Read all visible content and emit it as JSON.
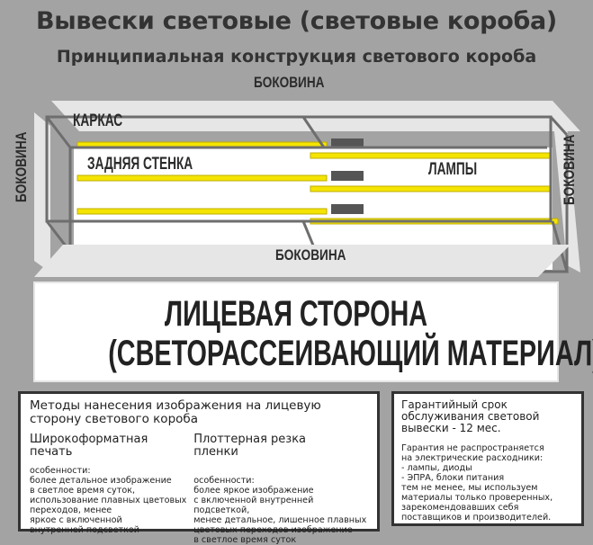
{
  "title": "Вывески световые (световые короба)",
  "subtitle": "Принципиальная конструкция светового короба",
  "diagram": {
    "label_top_side": "БОКОВИНА",
    "label_left_side": "БОКОВИНА",
    "label_right_side": "БОКОВИНА",
    "label_bottom_side": "БОКОВИНА",
    "label_frame": "КАРКАС",
    "label_back_wall": "ЗАДНЯЯ СТЕНКА",
    "label_lamps": "ЛАМПЫ",
    "colors": {
      "lamp": "#f5e400",
      "frame": "#6e6e6e",
      "panel": "#e6e6e6",
      "background": "#a3a3a3"
    }
  },
  "face": {
    "line1": "ЛИЦЕВАЯ СТОРОНА",
    "line2": "(СВЕТОРАССЕИВАЮЩИЙ МАТЕРИАЛ)"
  },
  "methods": {
    "heading": "Методы нанесения изображения на лицевую сторону светового короба",
    "print": {
      "title": "Широкоформатная печать",
      "lines": [
        "особенности:",
        "более детальное изображение",
        "в светлое время суток,",
        "использование  плавных цветовых",
        "переходов, менее",
        "яркое с включенной",
        "внутренней подсветкой"
      ]
    },
    "cut": {
      "title": "Плоттерная резка пленки",
      "lines": [
        "особенности:",
        "более яркое изображение",
        "с включенной внутренней подсветкой,",
        "менее детальное, лишенное плавных",
        "цветовых переходов изображение",
        "в светлое время суток"
      ]
    }
  },
  "warranty": {
    "heading": "Гарантийный срок обслуживания световой вывески - 12 мес.",
    "lines": [
      "Гарантия не распространяется",
      "на электрические расходники:",
      "- лампы, диоды",
      "- ЭПРА, блоки питания",
      "тем не менее, мы используем",
      "материалы только проверенных,",
      "зарекомендовавших себя",
      "поставщиков и производителей."
    ]
  }
}
